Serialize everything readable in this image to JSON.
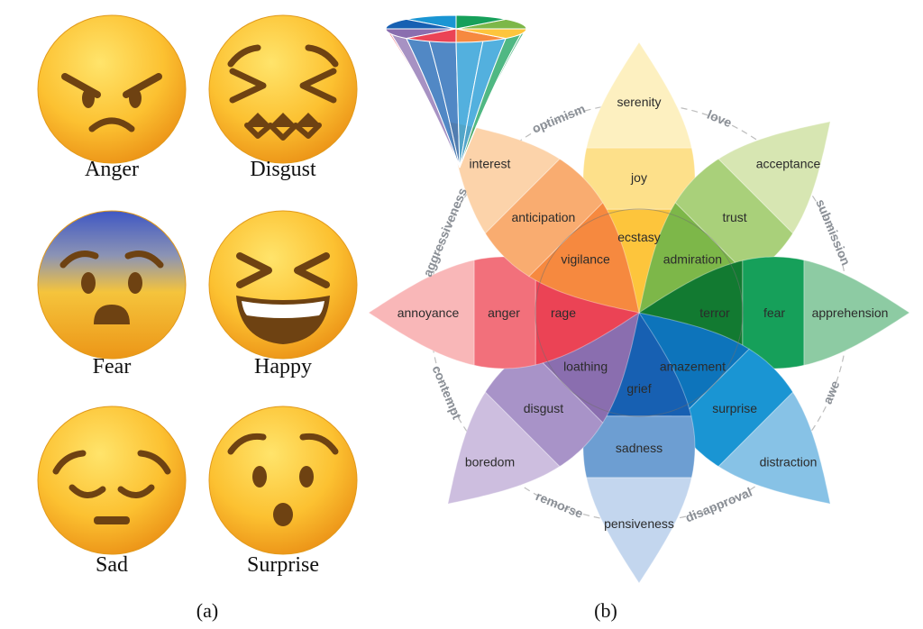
{
  "panel_labels": [
    "(a)",
    "(b)"
  ],
  "emojis": [
    {
      "label": "Anger",
      "face": "angry-face-icon"
    },
    {
      "label": "Disgust",
      "face": "confounded-face-icon"
    },
    {
      "label": "Fear",
      "face": "anguished-face-icon"
    },
    {
      "label": "Happy",
      "face": "grinning-squinting-face-icon"
    },
    {
      "label": "Sad",
      "face": "pensive-face-icon"
    },
    {
      "label": "Surprise",
      "face": "hushed-face-icon"
    }
  ],
  "wheel": {
    "petals": [
      {
        "id": "joy",
        "colors": [
          "#fdc53c",
          "#fde08a",
          "#fdf0c0"
        ],
        "labels": [
          "ecstasy",
          "joy",
          "serenity"
        ]
      },
      {
        "id": "trust",
        "colors": [
          "#7db749",
          "#a9d07a",
          "#d7e6b2"
        ],
        "labels": [
          "admiration",
          "trust",
          "acceptance"
        ]
      },
      {
        "id": "fear",
        "colors": [
          "#127a31",
          "#16a05a",
          "#8dcba3"
        ],
        "labels": [
          "terror",
          "fear",
          "apprehension"
        ]
      },
      {
        "id": "surprise",
        "colors": [
          "#0d74bb",
          "#1a95d3",
          "#87c2e6"
        ],
        "labels": [
          "amazement",
          "surprise",
          "distraction"
        ]
      },
      {
        "id": "sadness",
        "colors": [
          "#1760b2",
          "#6d9ed2",
          "#c3d6ee"
        ],
        "labels": [
          "grief",
          "sadness",
          "pensiveness"
        ]
      },
      {
        "id": "disgust",
        "colors": [
          "#8a6eaf",
          "#a893c8",
          "#cdbedf"
        ],
        "labels": [
          "loathing",
          "disgust",
          "boredom"
        ]
      },
      {
        "id": "anger",
        "colors": [
          "#eb4355",
          "#f2707b",
          "#f9b7b8"
        ],
        "labels": [
          "rage",
          "anger",
          "annoyance"
        ]
      },
      {
        "id": "anticipation",
        "colors": [
          "#f6893f",
          "#f9ac70",
          "#fcd3aa"
        ],
        "labels": [
          "vigilance",
          "anticipation",
          "interest"
        ]
      }
    ],
    "dyads": [
      "love",
      "submission",
      "awe",
      "disapproval",
      "remorse",
      "contempt",
      "aggressiveness",
      "optimism"
    ]
  }
}
